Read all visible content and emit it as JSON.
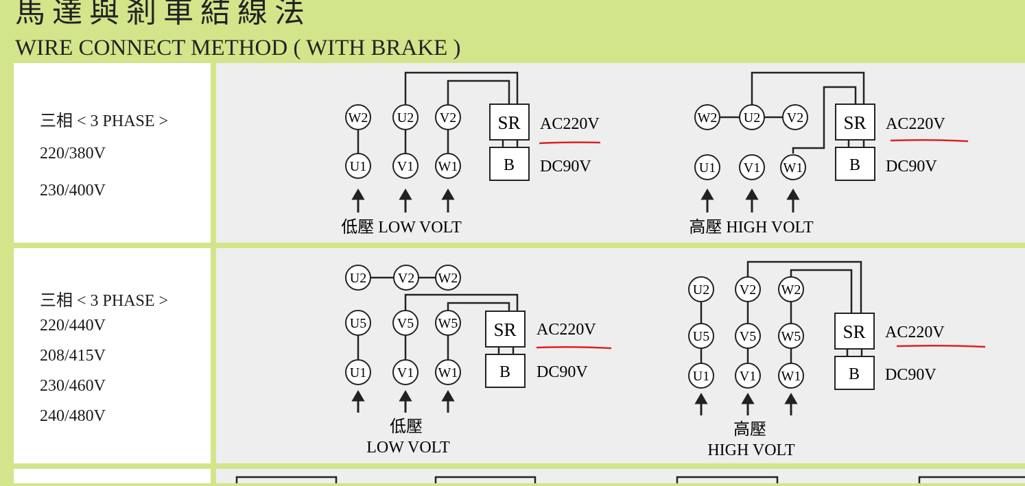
{
  "header": {
    "title_zh": "馬達與剎車結線法",
    "title_en": "WIRE CONNECT METHOD ( WITH BRAKE )"
  },
  "row1": {
    "phase": "三相 < 3 PHASE >",
    "voltages": [
      "220/380V",
      "230/400V"
    ],
    "low_caption": "低壓 LOW VOLT",
    "high_caption": "高壓 HIGH VOLT"
  },
  "row2": {
    "phase": "三相 < 3 PHASE >",
    "voltages": [
      "220/440V",
      "208/415V",
      "230/460V",
      "240/480V"
    ],
    "low_caption_zh": "低壓",
    "low_caption_en": "LOW VOLT",
    "high_caption_zh": "高壓",
    "high_caption_en": "HIGH VOLT"
  },
  "labels": {
    "sr": "SR",
    "b": "B",
    "ac": "AC220V",
    "dc": "DC90V"
  },
  "terminals": {
    "U1": "U1",
    "V1": "V1",
    "W1": "W1",
    "U2": "U2",
    "V2": "V2",
    "W2": "W2",
    "U5": "U5",
    "V5": "V5",
    "W5": "W5"
  },
  "colors": {
    "background": "#d2e58a",
    "diagram_panel": "#eeeeee",
    "label_panel": "#ffffff",
    "underline": "#e02020"
  }
}
